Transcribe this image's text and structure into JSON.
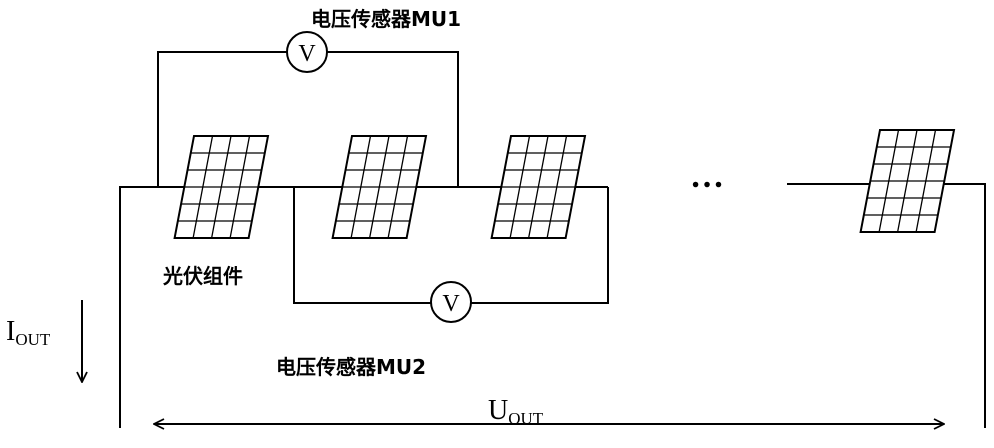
{
  "diagram": {
    "sensor_top_label": "电压传感器MU1",
    "sensor_bottom_label": "电压传感器MU2",
    "module_label": "光伏组件",
    "meter_symbol": "V",
    "ellipsis": "…",
    "current_label": {
      "main": "I",
      "sub": "OUT"
    },
    "voltage_label": {
      "main": "U",
      "sub": "OUT"
    },
    "icons": [
      "solar-panel-icon",
      "voltmeter-icon",
      "down-arrow-icon",
      "double-arrow-icon"
    ]
  }
}
